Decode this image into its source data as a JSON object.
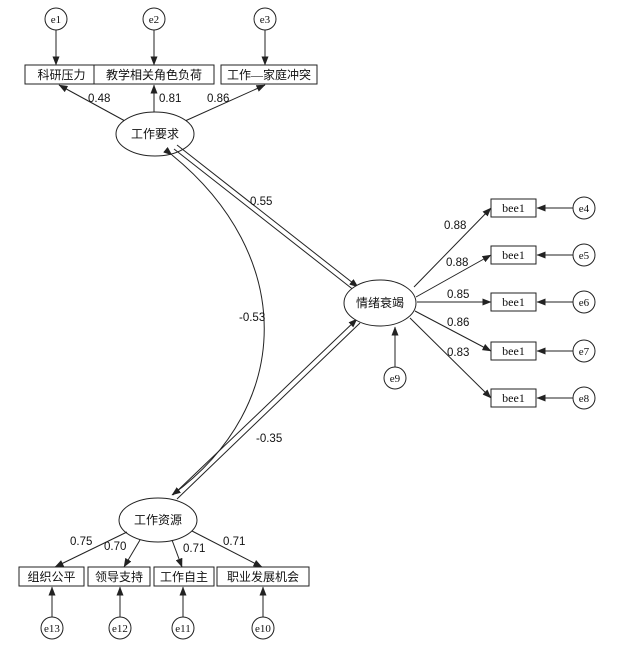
{
  "latent": {
    "demand": "工作要求",
    "exhaustion": "情绪衰竭",
    "resource": "工作资源"
  },
  "observed": {
    "d1": "科研压力",
    "d2": "教学相关角色负荷",
    "d3": "工作—家庭冲突",
    "b1": "bee1",
    "b2": "bee1",
    "b3": "bee1",
    "b4": "bee1",
    "b5": "bee1",
    "r1": "组织公平",
    "r2": "领导支持",
    "r3": "工作自主",
    "r4": "职业发展机会"
  },
  "errors": {
    "e1": "e1",
    "e2": "e2",
    "e3": "e3",
    "e4": "e4",
    "e5": "e5",
    "e6": "e6",
    "e7": "e7",
    "e8": "e8",
    "e9": "e9",
    "e10": "e10",
    "e11": "e11",
    "e12": "e12",
    "e13": "e13"
  },
  "coefficients": {
    "d1": "0.48",
    "d2": "0.81",
    "d3": "0.86",
    "b1": "0.88",
    "b2": "0.88",
    "b3": "0.85",
    "b4": "0.86",
    "b5": "0.83",
    "r1": "0.75",
    "r2": "0.70",
    "r3": "0.71",
    "r4": "0.71",
    "demand_exhaustion": "0.55",
    "demand_resource": "-0.53",
    "resource_exhaustion": "-0.35"
  }
}
